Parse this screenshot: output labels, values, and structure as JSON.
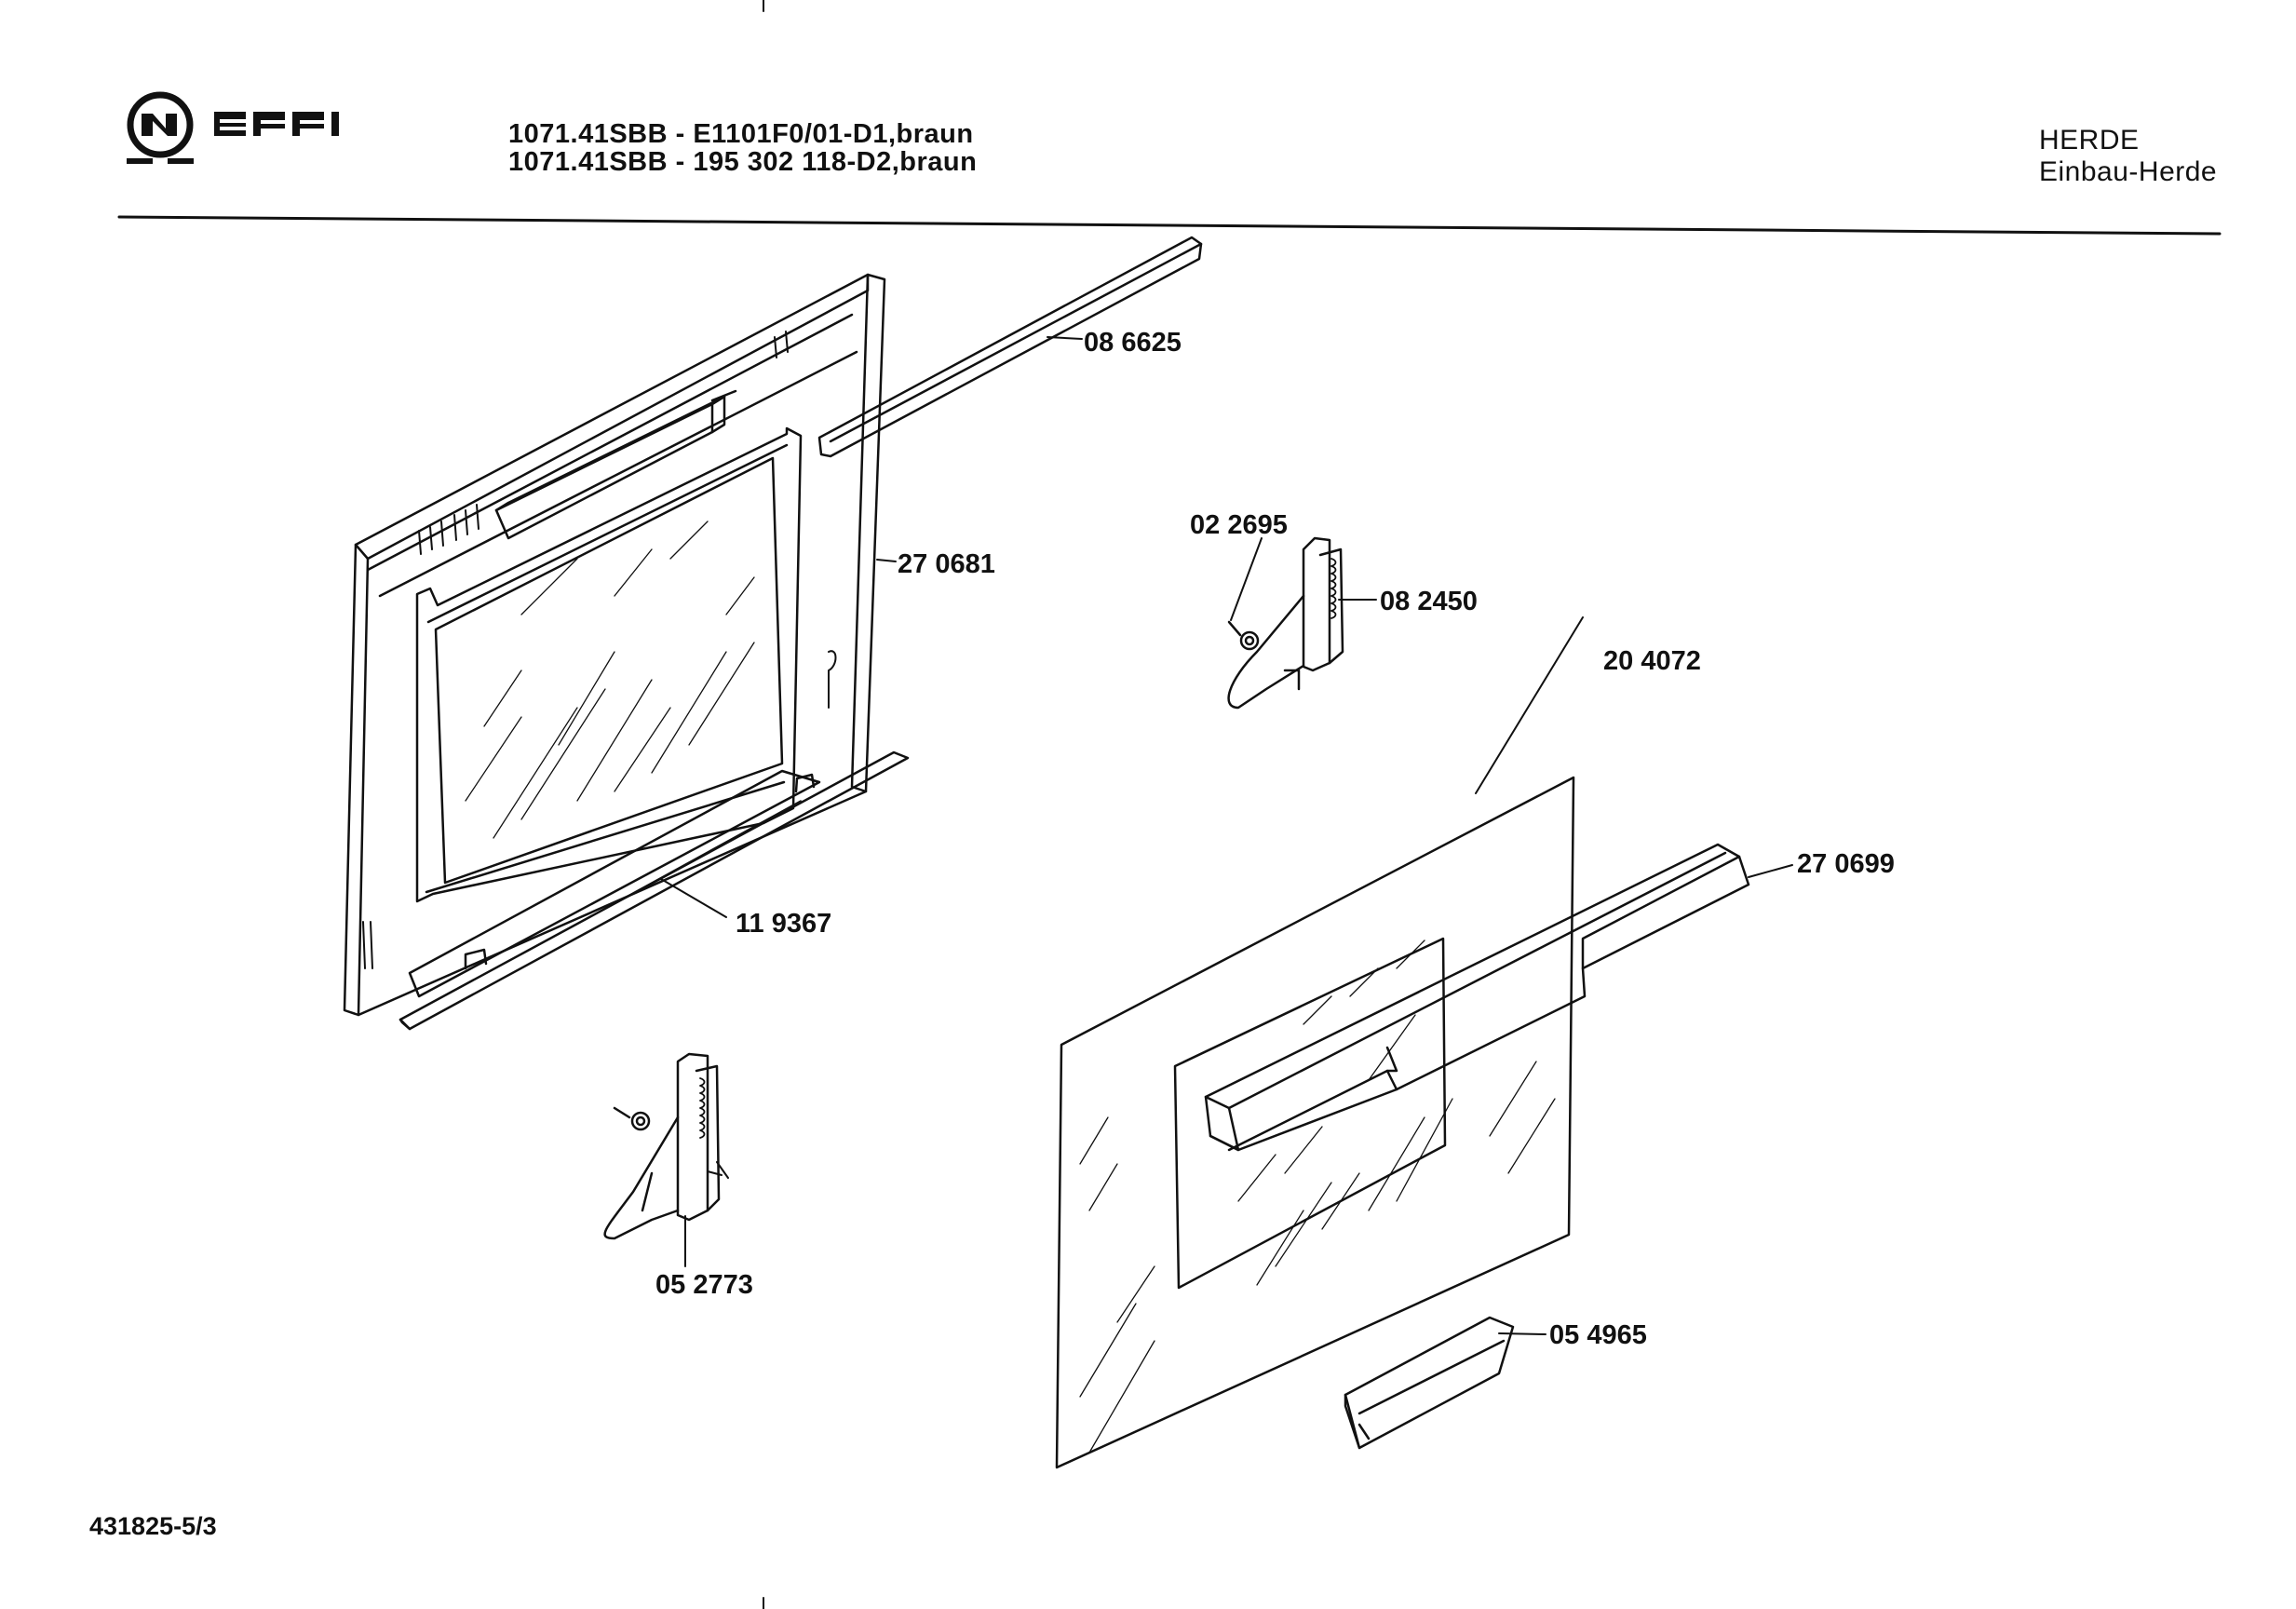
{
  "brand": {
    "name": "NEFF"
  },
  "header": {
    "model_line_1": "1071.41SBB - E1101F0/01-D1,braun",
    "model_line_2": "1071.41SBB - 195 302 118-D2,braun",
    "category": "HERDE",
    "subcategory": "Einbau-Herde"
  },
  "parts": {
    "p086625": "08 6625",
    "p270681": "27 0681",
    "p022695": "02 2695",
    "p082450": "08 2450",
    "p204072": "20 4072",
    "p270699": "27 0699",
    "p119367": "11 9367",
    "p052773": "05 2773",
    "p054965": "05 4965"
  },
  "footer": {
    "doc_number": "431825-5/3"
  },
  "colors": {
    "ink": "#111111",
    "paper": "#ffffff"
  },
  "icons": {
    "brand_logo": "neff-omega-logo"
  }
}
